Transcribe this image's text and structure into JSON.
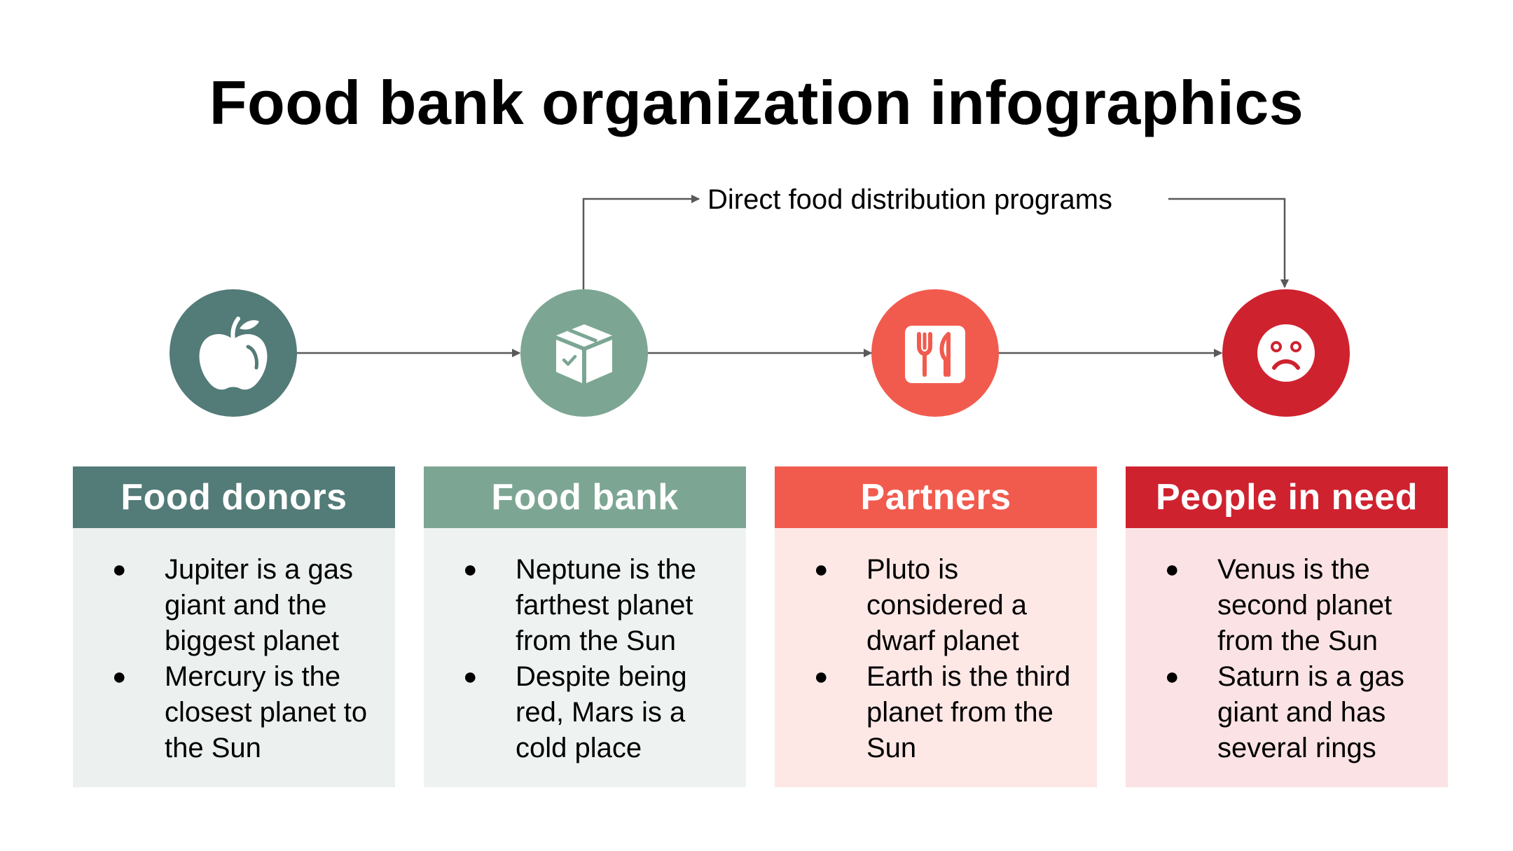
{
  "title": "Food bank organization infographics",
  "direct_label": "Direct food distribution programs",
  "colors": {
    "donors": "#537B78",
    "bank": "#7CA693",
    "partners": "#F15B4E",
    "people": "#CF222F",
    "donors_bg": "#ECF0EF",
    "bank_bg": "#EEF3F1",
    "partners_bg": "#FDE8E6",
    "people_bg": "#FBE3E5",
    "arrow": "#595959"
  },
  "stages": [
    {
      "key": "donors",
      "heading": "Food donors",
      "icon": "apple-icon",
      "bullets": [
        "Jupiter is a gas giant and the biggest planet",
        "Mercury is the closest planet to the Sun"
      ]
    },
    {
      "key": "bank",
      "heading": "Food bank",
      "icon": "package-box-icon",
      "bullets": [
        "Neptune is the farthest planet from the Sun",
        "Despite being red, Mars is a cold place"
      ]
    },
    {
      "key": "partners",
      "heading": "Partners",
      "icon": "fork-knife-icon",
      "bullets": [
        "Pluto is considered a dwarf planet",
        "Earth is the third planet from the Sun"
      ]
    },
    {
      "key": "people",
      "heading": "People in need",
      "icon": "sad-face-icon",
      "bullets": [
        "Venus is the second planet from the Sun",
        "Saturn is a gas giant and has several rings"
      ]
    }
  ]
}
